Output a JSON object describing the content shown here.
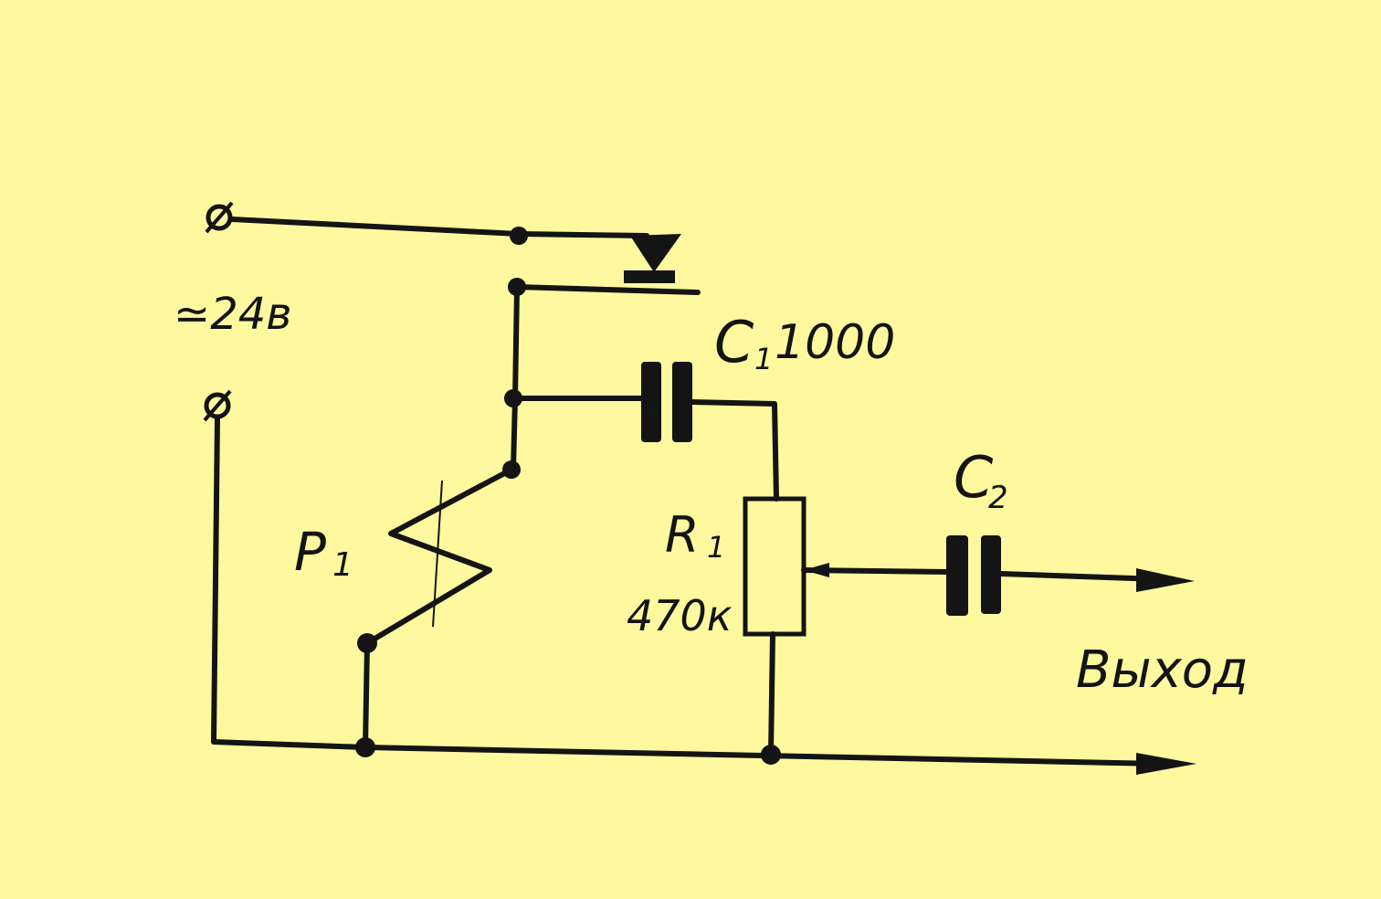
{
  "supply": {
    "voltage_label": "≃24в"
  },
  "components": {
    "relay": {
      "ref": "P",
      "sub": "1"
    },
    "capacitor1": {
      "ref": "C",
      "sub": "1",
      "value": "1000"
    },
    "resistor1": {
      "ref": "R",
      "sub": "1",
      "value": "470к"
    },
    "capacitor2": {
      "ref": "C",
      "sub": "2"
    }
  },
  "output": {
    "label": "Выход"
  },
  "colors": {
    "background": "#fef99e",
    "ink": "#141414"
  }
}
